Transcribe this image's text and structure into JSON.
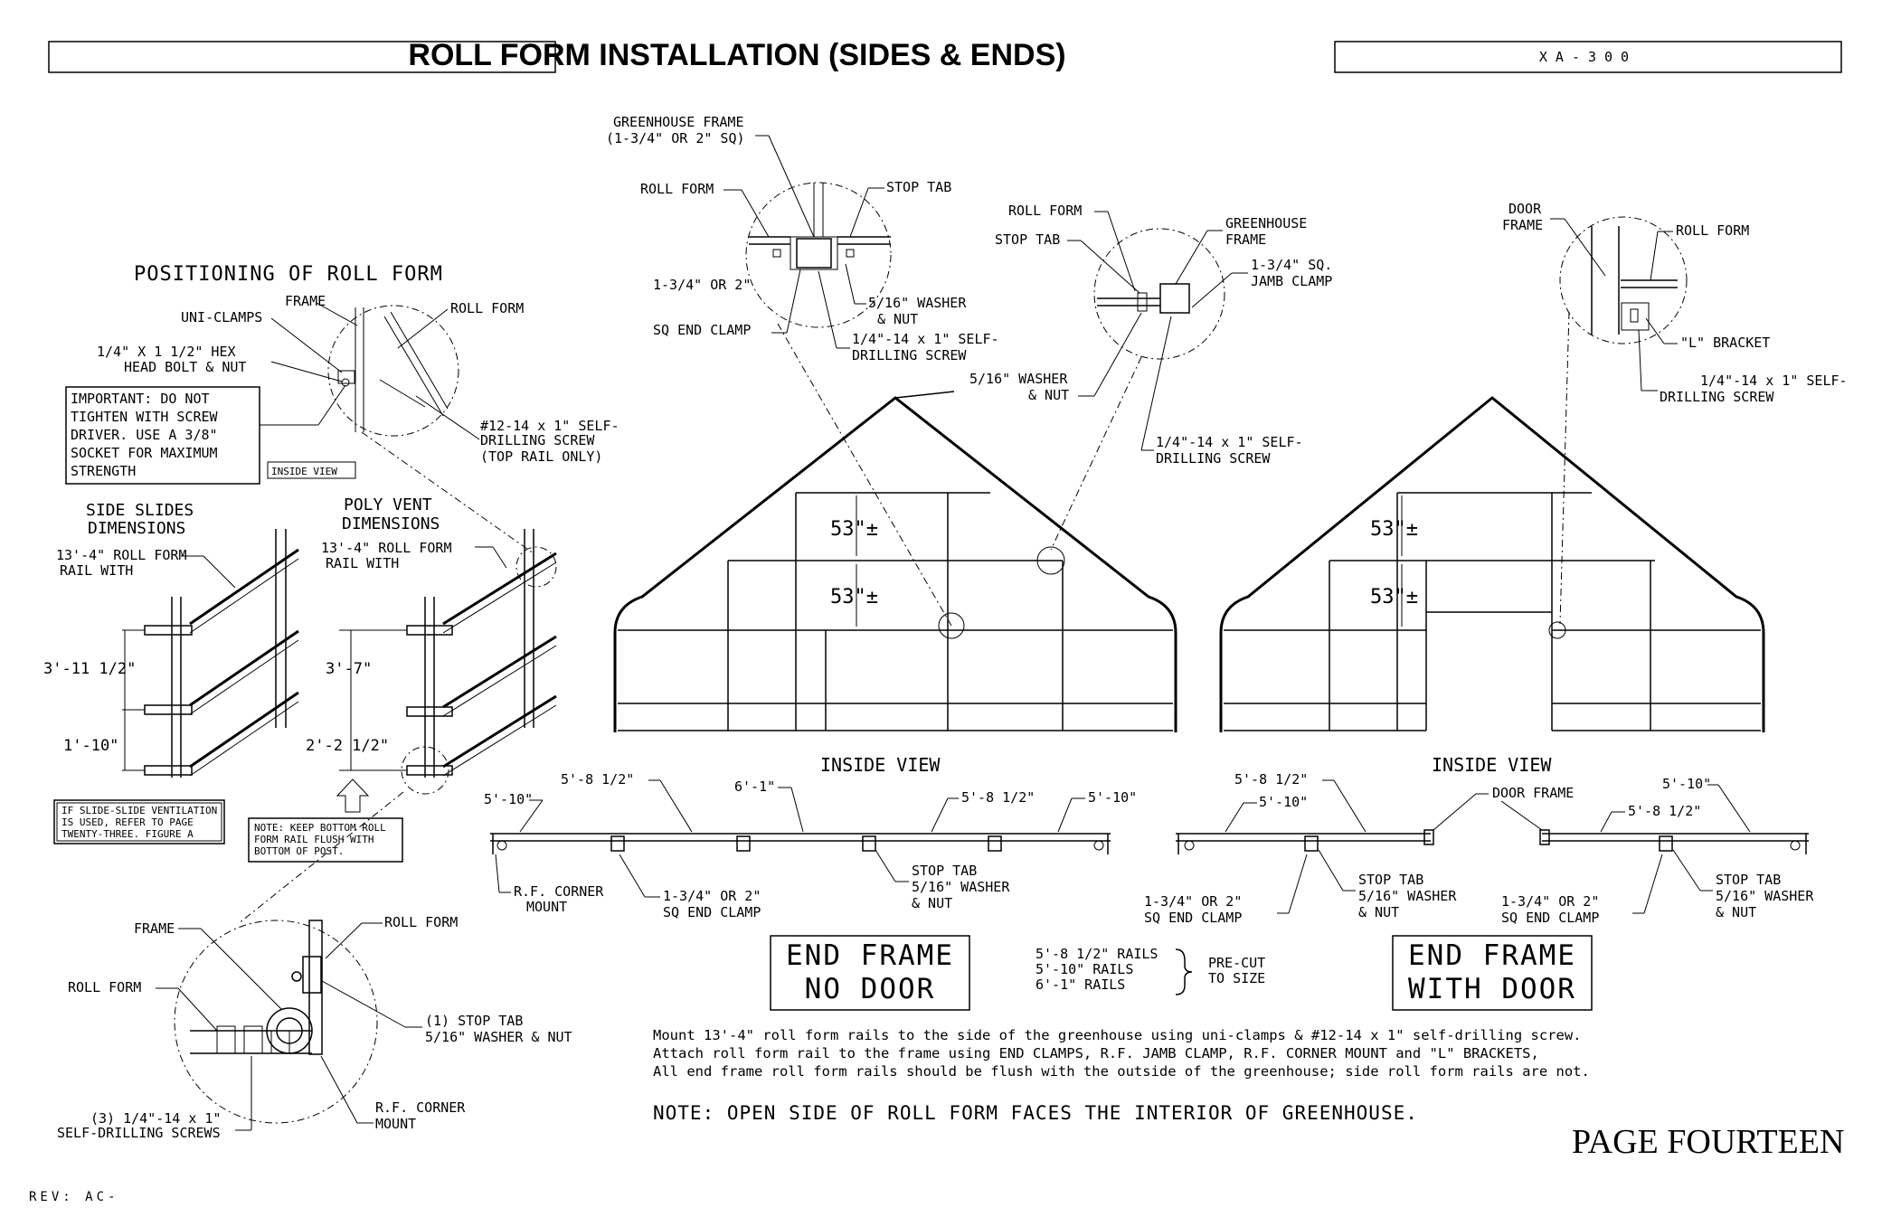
{
  "header": {
    "title": "ROLL FORM INSTALLATION (SIDES & ENDS)",
    "code": "XA-300"
  },
  "positioning": {
    "heading": "POSITIONING OF ROLL FORM",
    "frame": "FRAME",
    "uni_clamps": "UNI-CLAMPS",
    "roll_form": "ROLL FORM",
    "bolt_1": "1/4\" X 1 1/2\"  HEX",
    "bolt_2": "HEAD BOLT & NUT",
    "important_1": "IMPORTANT: DO NOT",
    "important_2": "TIGHTEN WITH SCREW",
    "important_3": "DRIVER. USE A 3/8\"",
    "important_4": "SOCKET FOR MAXIMUM",
    "important_5": "STRENGTH",
    "inside_view": "INSIDE VIEW",
    "screw_1": "#12-14 x 1\" SELF-",
    "screw_2": "DRILLING SCREW",
    "screw_3": "(TOP RAIL ONLY)"
  },
  "side_slides": {
    "heading_1": "SIDE SLIDES",
    "heading_2": "DIMENSIONS",
    "rail_1": "13'-4\" ROLL FORM",
    "rail_2": "RAIL WITH",
    "dim_a": "3'-11 1/2\"",
    "dim_b": "1'-10\"",
    "note_1": "IF SLIDE-SLIDE VENTILATION",
    "note_2": "IS USED, REFER TO PAGE",
    "note_3": "TWENTY-THREE.  FIGURE A"
  },
  "poly_vent": {
    "heading_1": "POLY VENT",
    "heading_2": "DIMENSIONS",
    "rail_1": "13'-4\" ROLL FORM",
    "rail_2": "RAIL WITH",
    "dim_a": "3'-7\"",
    "dim_b": "2'-2 1/2\"",
    "note_1": "NOTE: KEEP BOTTOM ROLL",
    "note_2": "FORM RAIL FLUSH WITH",
    "note_3": "BOTTOM OF POST."
  },
  "detail_top": {
    "frame_1": "GREENHOUSE FRAME",
    "frame_2": "(1-3/4\" OR 2\" SQ)",
    "roll_form": "ROLL FORM",
    "stop_tab": "STOP TAB",
    "clamp_1": "1-3/4\" OR 2\"",
    "clamp_2": "SQ END CLAMP",
    "washer_1": "5/16\" WASHER",
    "washer_2": "& NUT",
    "screw_1": "1/4\"-14 x 1\" SELF-",
    "screw_2": "DRILLING SCREW"
  },
  "detail_jamb": {
    "roll_form": "ROLL FORM",
    "stop_tab": "STOP TAB",
    "frame_1": "GREENHOUSE",
    "frame_2": "FRAME",
    "jamb_1": "1-3/4\" SQ.",
    "jamb_2": "JAMB CLAMP",
    "washer_1": "5/16\" WASHER",
    "washer_2": "& NUT",
    "screw_1": "1/4\"-14 x 1\" SELF-",
    "screw_2": "DRILLING SCREW"
  },
  "detail_door": {
    "door_1": "DOOR",
    "door_2": "FRAME",
    "roll_form": "ROLL FORM",
    "bracket": "\"L\" BRACKET",
    "screw_1": "1/4\"-14 x 1\" SELF-",
    "screw_2": "DRILLING SCREW"
  },
  "end_no_door": {
    "dim_1": "53\"±",
    "dim_2": "53\"±",
    "view": "INSIDE VIEW",
    "rail_a": "5'-10\"",
    "rail_b": "5'-8 1/2\"",
    "rail_c": "6'-1\"",
    "rail_d": "5'-8 1/2\"",
    "rail_e": "5'-10\"",
    "corner_1": "R.F. CORNER",
    "corner_2": "MOUNT",
    "clamp_1": "1-3/4\" OR 2\"",
    "clamp_2": "SQ END CLAMP",
    "stop_1": "STOP TAB",
    "stop_2": "5/16\" WASHER",
    "stop_3": "& NUT",
    "box_1": "END FRAME",
    "box_2": "NO DOOR"
  },
  "rails_note": {
    "r1": "5'-8 1/2\" RAILS",
    "r2": "5'-10\" RAILS",
    "r3": "6'-1\" RAILS",
    "cut_1": "PRE-CUT",
    "cut_2": "TO SIZE"
  },
  "end_with_door": {
    "dim_1": "53\"±",
    "dim_2": "53\"±",
    "view": "INSIDE VIEW",
    "rail_a": "5'-8 1/2\"",
    "rail_b": "5'-10\"",
    "door_frame": "DOOR FRAME",
    "rail_c": "5'-10\"",
    "rail_d": "5'-8 1/2\"",
    "stop_1": "STOP TAB",
    "stop_2": "5/16\" WASHER",
    "stop_3": "& NUT",
    "clamp_1": "1-3/4\" OR 2\"",
    "clamp_2": "SQ END CLAMP",
    "stop_b1": "STOP TAB",
    "stop_b2": "5/16\" WASHER",
    "stop_b3": "& NUT",
    "clamp_b1": "1-3/4\" OR 2\"",
    "clamp_b2": "SQ END CLAMP",
    "box_1": "END FRAME",
    "box_2": "WITH DOOR"
  },
  "detail_bottom": {
    "frame": "FRAME",
    "roll_form_r": "ROLL FORM",
    "roll_form_l": "ROLL FORM",
    "stop_1": "(1) STOP TAB",
    "stop_2": "5/16\" WASHER & NUT",
    "screws_1": "(3) 1/4\"-14 x 1\"",
    "screws_2": "SELF-DRILLING SCREWS",
    "corner_1": "R.F. CORNER",
    "corner_2": "MOUNT"
  },
  "instructions": {
    "line_1": "Mount 13'-4\" roll form rails to the side of the greenhouse using uni-clamps & #12-14 x 1\" self-drilling screw.",
    "line_2": "Attach roll form rail to the frame using END CLAMPS, R.F. JAMB CLAMP, R.F. CORNER MOUNT and \"L\" BRACKETS,",
    "line_3": "All end frame roll form rails should be flush with the outside of the greenhouse; side roll form rails are not.",
    "note": "NOTE: OPEN SIDE OF ROLL FORM FACES THE INTERIOR OF GREENHOUSE."
  },
  "footer": {
    "page": "PAGE FOURTEEN",
    "rev": "REV: AC-"
  }
}
